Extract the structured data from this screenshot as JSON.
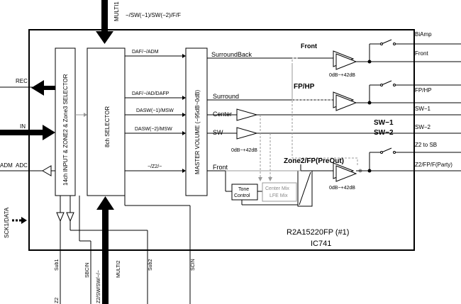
{
  "diagram": {
    "chip_name": "R2A15220FP (#1)",
    "chip_ref": "IC741",
    "blocks": {
      "input_selector": "14ch INPUT & ZONE2 & Zone3 SELECTOR",
      "selector_8ch": "8ch SELECTOR",
      "master_volume": "MASTER VOLUME (−95dB~0dB)",
      "tone_control_1": "Tone",
      "tone_control_2": "Control",
      "center_mix": "Center Mix",
      "lfe_mix": "LFE Mix"
    },
    "top_signal": {
      "label": "MULTI1",
      "bus": "−/SW(−1)/SW(−2)/F/F"
    },
    "left_signals": {
      "rec": "REC",
      "in": "IN",
      "adc": "ADC",
      "adm": "ADM",
      "sck": "SCK1/DATA"
    },
    "bottom_signals": {
      "sub1": "Sub1",
      "z2": "Z2",
      "sbcin": "SBCIN",
      "z2_bus": "Z2/SW/SW/−/−",
      "multi2": "MULTI2",
      "sub2": "Sub2",
      "scin": "SCIN"
    },
    "selector_buses": [
      "DAF/−/ADM",
      "DAF/−/AD/DAFP",
      "DASW(−1)/MSW",
      "DASW(−2)/MSW",
      "−/Z2/−"
    ],
    "internal_channels": {
      "surround_back": "SurroundBack",
      "surround": "Surround",
      "center": "Center",
      "sw": "SW",
      "front": "Front"
    },
    "amp_labels": {
      "front_top": "Front",
      "gain": "0dB~+42dB",
      "fp_hp": "FP/HP",
      "zone2": "Zone2/FP(PreOut)"
    },
    "outputs": {
      "biamp": "BiAmp",
      "front": "Front",
      "fp_hp": "FP/HP",
      "sw1": "SW−1",
      "sw2": "SW−2",
      "sw1_big": "SW−1",
      "sw2_big": "SW−2",
      "z2_to_sb": "Z2 to SB",
      "z2_fp_f": "Z2/FP/F(Party)"
    }
  }
}
